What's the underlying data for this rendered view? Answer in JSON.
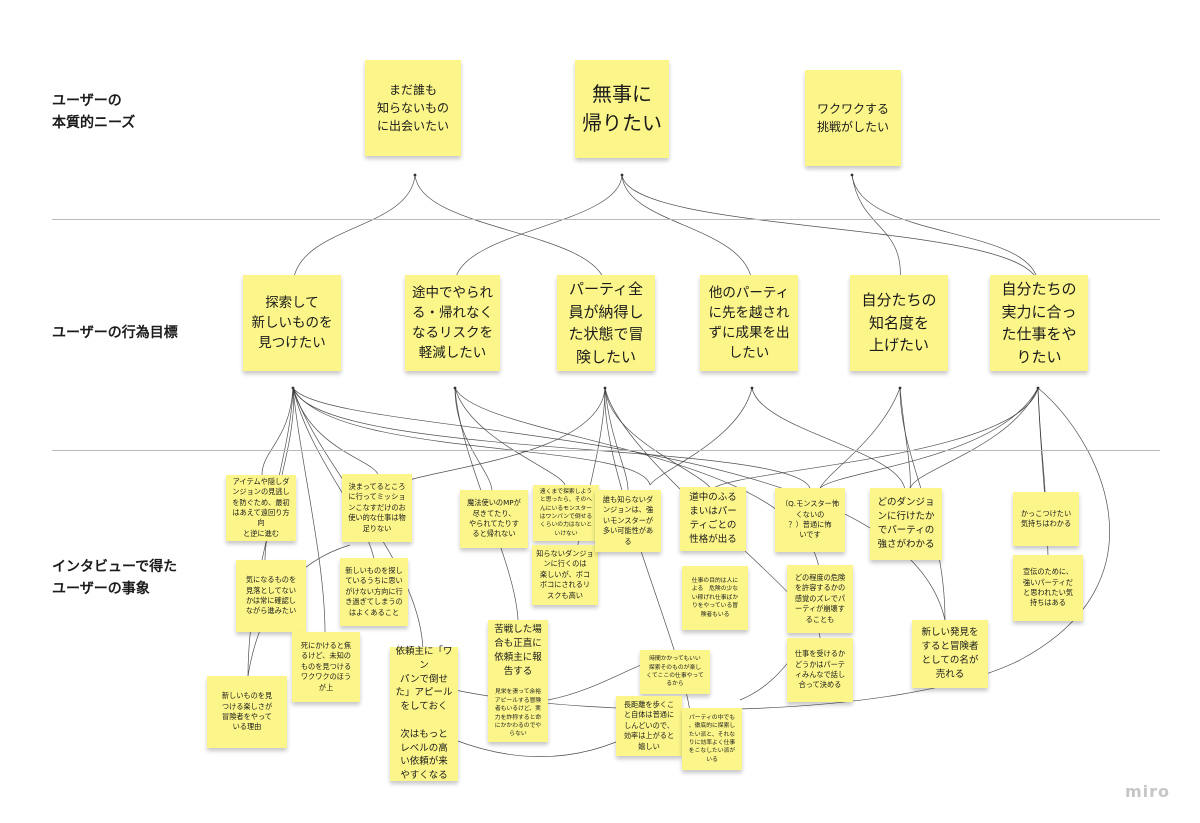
{
  "rows": {
    "needs_label": "ユーザーの\n本質的ニーズ",
    "goals_label": "ユーザーの行為目標",
    "events_label": "インタビューで得た\nユーザーの事象"
  },
  "needs": [
    "まだ誰も\n知らないもの\nに出会いたい",
    "無事に\n帰りたい",
    "ワクワクする\n挑戦がしたい"
  ],
  "goals": [
    "探索して\n新しいものを\n見つけたい",
    "途中でやられ\nる・帰れなく\nなるリスクを\n軽減したい",
    "パーティ全\n員が納得し\nた状態で冒\n険したい",
    "他のパーティ\nに先を越され\nずに成果を出\nしたい",
    "自分たちの\n知名度を\n上げたい",
    "自分たちの\n実力に合っ\nた仕事をや\nりたい"
  ],
  "events": {
    "e1": "アイテムや隠しダ\nンジョンの見逃し\nを防ぐため、最初\nはあえて遠回り方向\nと逆に進む",
    "e2": "決まってるところ\nに行ってミッショ\nンこなすだけのお\n使い的な仕事は物\n足りない",
    "e3": "気になるものを\n見落としてない\nかは常に確認し\nながら進みたい",
    "e4": "新しいものを探し\nているうちに思い\nがけない方向に行\nき過ぎてしまうの\nはよくあること",
    "e5": "死にかけると焦\nるけど、未知の\nものを見つける\nワクワクのほう\nが上",
    "e6": "新しいものを見\nつける楽しさが\n冒険者をやって\nいる理由",
    "e7": "依頼主に「ワン\nパンで倒せ\nた」アピール\nをしておく",
    "e7b": "次はもっと\nレベルの高\nい依頼が来\nやすくなる",
    "e8": "魔法使いのMPが\n尽きてたり、\nやられてたりす\nると帰れない",
    "e9": "遠くまで探索しよう\nと思ったら、そのへ\nんにいるモンスター\nはワンパンで倒せる\nくらいの力はないと\nいけない",
    "e10": "知らないダンジョ\nンに行くのは\n楽しいが、ボコ\nボコにされるリ\nスクも高い",
    "e11": "誰も知らないダ\nンジョンは、強\nいモンスターが\n多い可能性があ\nる",
    "e12": "道中のふる\nまいはパー\nティごとの\n性格が出る",
    "e13": "仕事の目的は人に\nよる　危険の少な\nい稼げれ仕事ばか\nりをやっている冒\n険者もいる",
    "e14": "（Q.モンスター怖くないの\n？）普通に怖\nいです",
    "e15": "どのダンジョ\nンに行けたか\nでパーティの\n強さがわかる",
    "e16": "どの程度の危険\nを許容するかの\n感覚のズレでパ\nーティが崩壊す\nることも",
    "e17": "仕事を受けるか\nどうかはパーテ\nィみんなで話し\n合って決める",
    "e18": "苦戦した場\n合も正直に\n依頼主に報\n告する",
    "e18b": "見栄を張って余裕\nアピールする冒険\n者もいるけど、実\n力を詐称すると命\nにかかわるのでや\nらない",
    "e19": "時間かかってもいい\n探索そのものが楽し\nくてここの仕事やって\nるから",
    "e20": "長距離を歩くこ\nと自体は普通に\nしんどいので、\n効率は上がると\n嬉しい",
    "e21": "パーティの中でも\n、徹底的に探索し\nたい派と、それな\nりに効率よく仕事\nをこなしたい派が\nいる",
    "e22": "新しい発見を\nすると冒険者\nとしての名が\n売れる",
    "e23": "かっこつけたい\n気持ちはわかる",
    "e24": "宣伝のために、\n強いパーティだ\nと思われたい気\n持ちはある"
  },
  "logo": "miro"
}
